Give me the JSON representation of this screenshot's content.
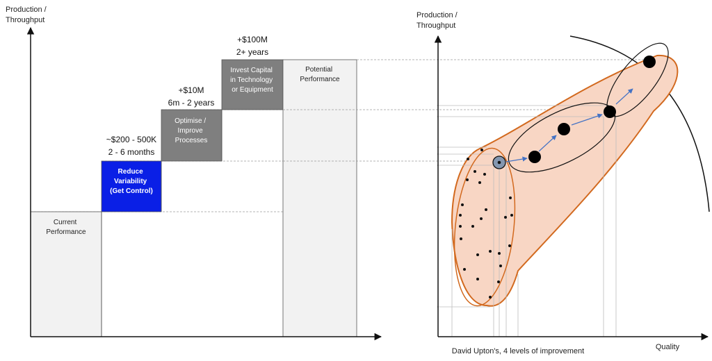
{
  "left_diagram": {
    "y_axis_label": [
      "Production /",
      "Throughput"
    ],
    "steps": [
      {
        "label": [
          "Current",
          "Performance"
        ],
        "fill": "#f2f2f2",
        "text_color": "#222222"
      },
      {
        "label": [
          "Reduce",
          "Variability",
          "(Get Control)"
        ],
        "fill": "#0a1fe6",
        "text_color": "#ffffff",
        "cost": "~$200 - 500K",
        "duration": "2 - 6 months"
      },
      {
        "label": [
          "Optimise /",
          "Improve",
          "Processes"
        ],
        "fill": "#7f7f7f",
        "text_color": "#ffffff",
        "cost": "+$10M",
        "duration": "6m - 2 years"
      },
      {
        "label": [
          "Invest Capital",
          "in Technology",
          "or Equipment"
        ],
        "fill": "#7f7f7f",
        "text_color": "#ffffff",
        "cost": "+$100M",
        "duration": "2+ years"
      },
      {
        "label": [
          "Potential",
          "Performance"
        ],
        "fill": "#f2f2f2",
        "text_color": "#222222"
      }
    ]
  },
  "right_diagram": {
    "y_axis_label": [
      "Production /",
      "Throughput"
    ],
    "x_axis_label": "Quality",
    "caption": "David Upton's, 4 levels of improvement",
    "colors": {
      "envelope_fill": "#f8d6c4",
      "envelope_stroke": "#d2691e",
      "arrow": "#4472c4",
      "frontier": "#111111"
    }
  }
}
